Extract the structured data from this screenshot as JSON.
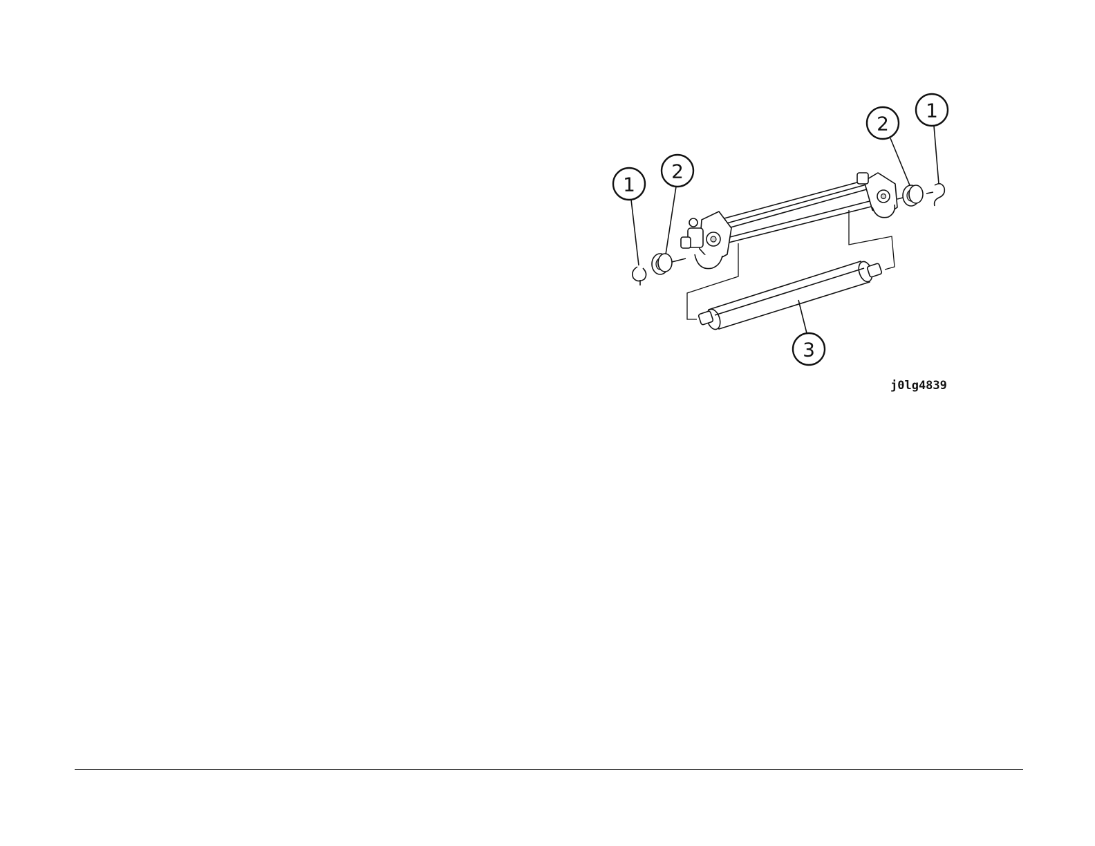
{
  "figure": {
    "id_label": "j0lg4839",
    "callouts": {
      "left_clip": "1",
      "left_bearing": "2",
      "right_bearing": "2",
      "right_clip": "1",
      "roller": "3"
    }
  }
}
